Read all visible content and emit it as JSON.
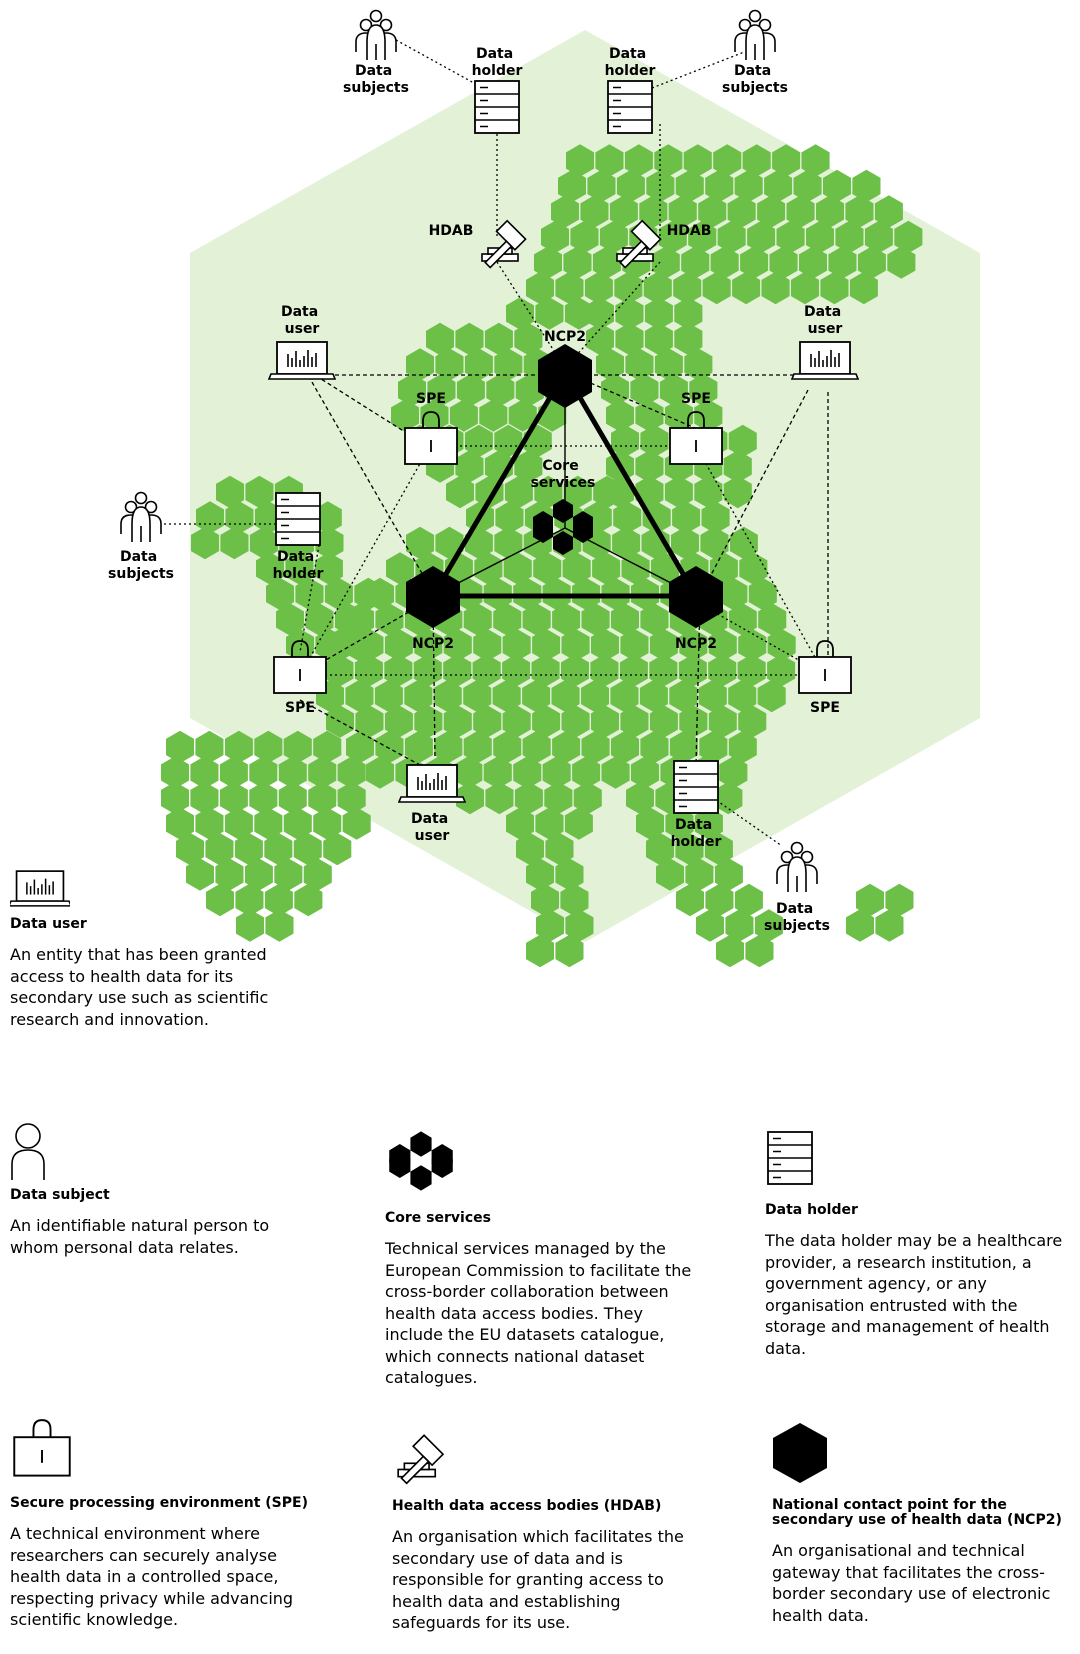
{
  "diagram": {
    "nodes": {
      "data_subjects_1": "Data\nsubjects",
      "data_subjects_2": "Data\nsubjects",
      "data_subjects_3": "Data\nsubjects",
      "data_subjects_4": "Data\nsubjects",
      "data_holder_1": "Data\nholder",
      "data_holder_2": "Data\nholder",
      "data_holder_3": "Data\nholder",
      "data_holder_4": "Data\nholder",
      "hdab_1": "HDAB",
      "hdab_2": "HDAB",
      "data_user_1": "Data\nuser",
      "data_user_2": "Data\nuser",
      "data_user_3": "Data\nuser",
      "spe_1": "SPE",
      "spe_2": "SPE",
      "spe_3": "SPE",
      "spe_4": "SPE",
      "ncp_top": "NCP2",
      "ncp_left": "NCP2",
      "ncp_right": "NCP2",
      "core_services": "Core\nservices"
    },
    "colors": {
      "hex_fill": "#6cbf47",
      "background_hex": "#e3f1d7",
      "ink": "#000000"
    }
  },
  "legend": [
    {
      "id": "data-user",
      "icon": "laptop-icon",
      "title": "Data user",
      "description": "An entity that has been granted access to health data for its secondary use such as scientific research and innovation."
    },
    {
      "id": "data-subject",
      "icon": "person-icon",
      "title": "Data subject",
      "description": "An identifiable natural person to whom personal data relates."
    },
    {
      "id": "core-services",
      "icon": "core-services-icon",
      "title": "Core services",
      "description": "Technical services managed by the European Commission to facilitate the cross-border collaboration between health data access bodies. They include the EU datasets catalogue, which connects national dataset catalogues."
    },
    {
      "id": "data-holder",
      "icon": "server-icon",
      "title": "Data holder",
      "description": "The data holder may be a healthcare provider, a research institution, a government agency, or any organisation entrusted with the storage and management of health data."
    },
    {
      "id": "spe",
      "icon": "padlock-icon",
      "title": "Secure processing environment (SPE)",
      "description": "A technical environment where researchers can securely analyse health data in a controlled space, respecting privacy while advancing scientific knowledge."
    },
    {
      "id": "hdab",
      "icon": "gavel-icon",
      "title": "Health data access bodies (HDAB)",
      "description": "An organisation which facilitates the secondary use of data and is responsible for granting access to health data and establishing safeguards for its use."
    },
    {
      "id": "ncp",
      "icon": "ncp-hexagon-icon",
      "title": "National contact point for the secondary use of health data (NCP2)",
      "description": "An organisational and technical gateway that facilitates the cross-border secondary use of electronic health data."
    }
  ]
}
